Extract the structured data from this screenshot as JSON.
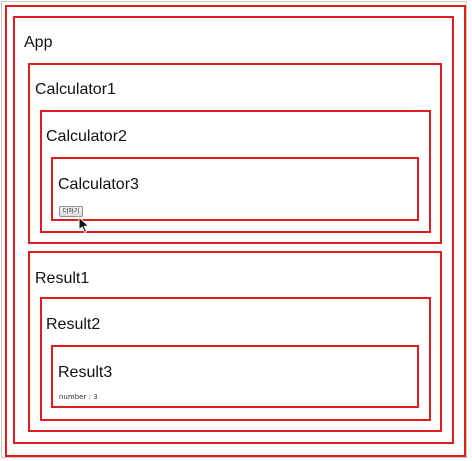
{
  "app": {
    "title": "App"
  },
  "calculators": {
    "calculator1": {
      "title": "Calculator1"
    },
    "calculator2": {
      "title": "Calculator2"
    },
    "calculator3": {
      "title": "Calculator3",
      "add_button_label": "더하기"
    }
  },
  "results": {
    "result1": {
      "title": "Result1"
    },
    "result2": {
      "title": "Result2"
    },
    "result3": {
      "title": "Result3",
      "number_text": "number : 3"
    }
  },
  "colors": {
    "border_accent": "#e11c1c",
    "window_border": "#c8c8c8"
  },
  "icons": {
    "cursor": "mouse-pointer-icon"
  }
}
